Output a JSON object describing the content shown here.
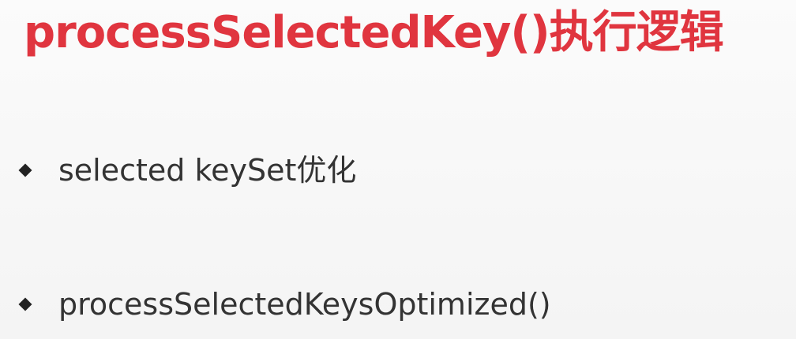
{
  "slide": {
    "title": "processSelectedKey()执行逻辑",
    "accent_color": "#e0353f",
    "bullet_icon": "diamond-bullet-icon",
    "bullets": [
      {
        "text": "selected keySet优化"
      },
      {
        "text": "processSelectedKeysOptimized()"
      }
    ]
  }
}
